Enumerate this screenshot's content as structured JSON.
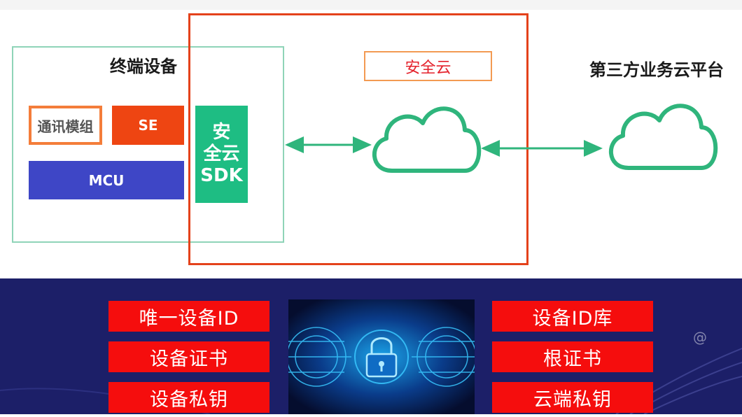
{
  "diagram": {
    "device_title": "终端设备",
    "modules": {
      "comm": "通讯模组",
      "se": "SE",
      "mcu": "MCU"
    },
    "sdk_lines": [
      "安",
      "全云",
      "SDK"
    ],
    "security_cloud_label": "安全云",
    "third_party_title": "第三方业务云平台"
  },
  "features": {
    "left": [
      "唯一设备ID",
      "设备证书",
      "设备私钥"
    ],
    "right": [
      "设备ID库",
      "根证书",
      "云端私钥"
    ]
  },
  "watermark": "@",
  "colors": {
    "frame_red": "#e4421b",
    "device_border": "#8fd4b8",
    "cloud_green": "#2fb57c",
    "sdk_green": "#1ebd83",
    "mcu_blue": "#3e46c6",
    "se_orange": "#ee4512",
    "comm_orange": "#f47d3a",
    "feature_red": "#f50d0d",
    "lower_bg": "#1c1f68"
  },
  "icons": [
    "cloud-icon",
    "padlock-icon",
    "double-arrow-icon"
  ]
}
